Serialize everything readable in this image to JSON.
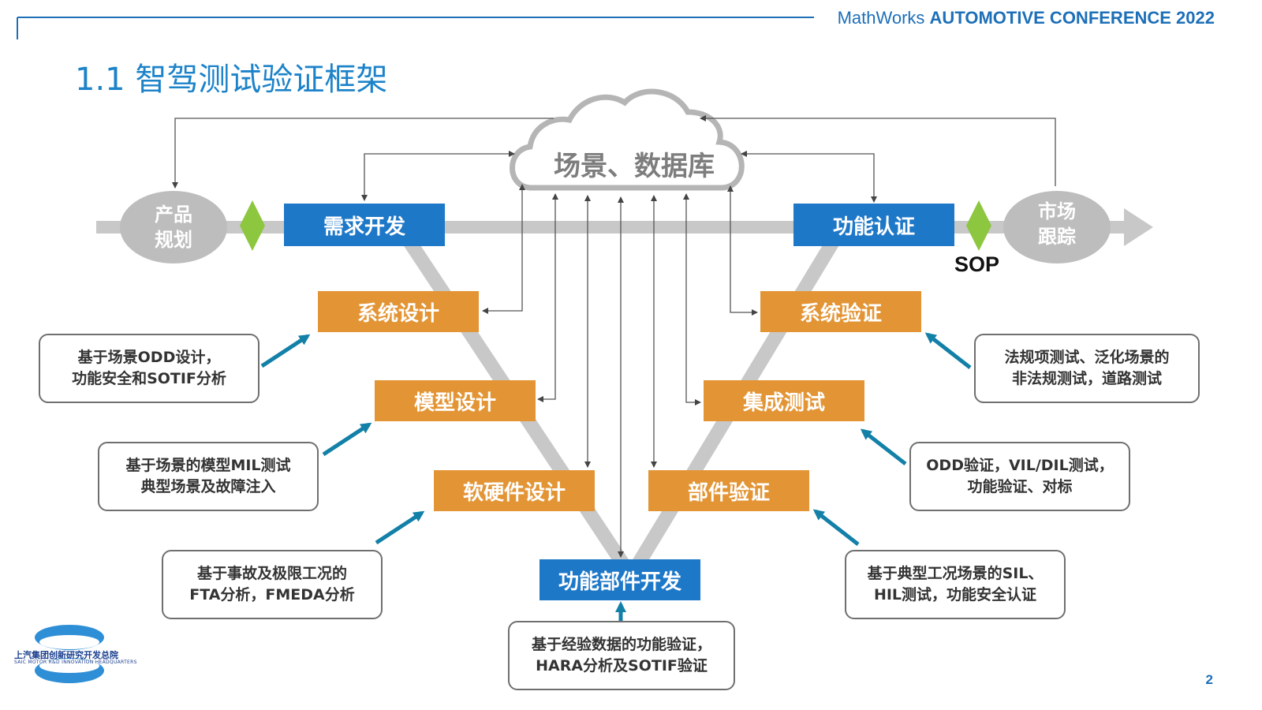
{
  "header": {
    "brand": "MathWorks",
    "event": "AUTOMOTIVE CONFERENCE 2022"
  },
  "title": "1.1 智驾测试验证框架",
  "cloud_label": "场景、数据库",
  "left_oval": {
    "line1": "产品",
    "line2": "规划"
  },
  "right_oval": {
    "line1": "市场",
    "line2": "跟踪"
  },
  "sop_label": "SOP",
  "stages": {
    "requirements": "需求开发",
    "system_design": "系统设计",
    "model_design": "模型设计",
    "hw_sw_design": "软硬件设计",
    "component_dev": "功能部件开发",
    "component_verify": "部件验证",
    "integration_test": "集成测试",
    "system_verify": "系统验证",
    "function_cert": "功能认证"
  },
  "notes": {
    "system_design": {
      "line1": "基于场景ODD设计，",
      "line2": "功能安全和SOTIF分析"
    },
    "model_design": {
      "line1": "基于场景的模型MIL测试",
      "line2": "典型场景及故障注入"
    },
    "hw_sw_design": {
      "line1": "基于事故及极限工况的",
      "line2": "FTA分析，FMEDA分析"
    },
    "component_dev": {
      "line1": "基于经验数据的功能验证，",
      "line2": "HARA分析及SOTIF验证"
    },
    "component_verify": {
      "line1": "基于典型工况场景的SIL、",
      "line2": "HIL测试，功能安全认证"
    },
    "integration_test": {
      "line1": "ODD验证，VIL/DIL测试，",
      "line2": "功能验证、对标"
    },
    "system_verify": {
      "line1": "法规项测试、泛化场景的",
      "line2": "非法规测试，道路测试"
    }
  },
  "logo": {
    "name": "上汽集团创新研究开发总院",
    "subtitle": "SAIC MOTOR R&D INNOVATION HEADQUARTERS"
  },
  "page_number": "2",
  "colors": {
    "blue_box": "#1e78c8",
    "orange_box": "#e39535",
    "title": "#1d83c9",
    "arrow_teal": "#1380a8",
    "diamond": "#8dc63f"
  }
}
